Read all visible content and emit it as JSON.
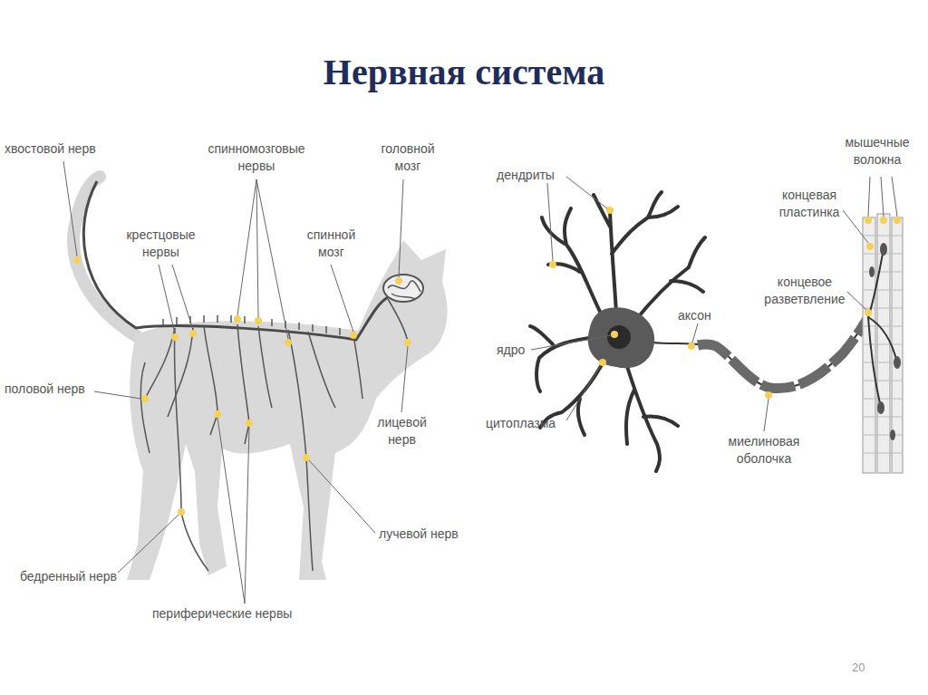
{
  "diagram": {
    "title": "Нервная система",
    "labels": [
      "хвостовой нерв",
      "спинномозговые нервы",
      "головной мозг",
      "крестцовые нервы",
      "спинной мозг",
      "половой нерв",
      "лицевой нерв",
      "лучевой нерв",
      "бедренный нерв",
      "периферические нервы",
      "дендриты",
      "ядро",
      "цитоплазма",
      "аксон",
      "миелиновая оболочка",
      "мышечные волокна",
      "концевая пластинка",
      "концевое разветвление",
      "20"
    ]
  }
}
